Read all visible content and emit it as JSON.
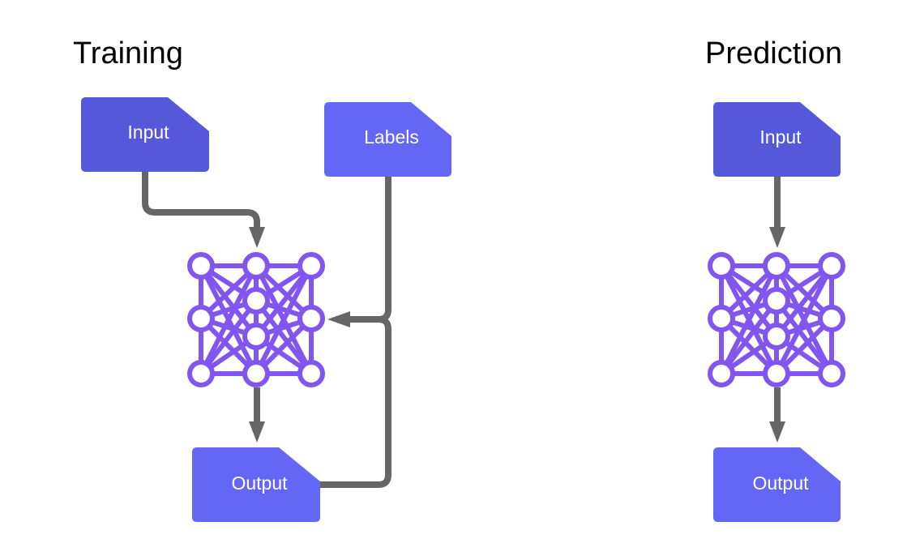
{
  "sections": {
    "training": {
      "title": "Training",
      "input_label": "Input",
      "labels_label": "Labels",
      "output_label": "Output"
    },
    "prediction": {
      "title": "Prediction",
      "input_label": "Input",
      "output_label": "Output"
    }
  },
  "colors": {
    "input_doc": "#5558d9",
    "labels_doc": "#6466f5",
    "output_doc": "#6466f5",
    "network": "#8155f0",
    "connector": "#666666"
  },
  "icons": [
    "document-icon",
    "neural-network-icon",
    "arrow-down-icon",
    "arrow-left-icon"
  ]
}
